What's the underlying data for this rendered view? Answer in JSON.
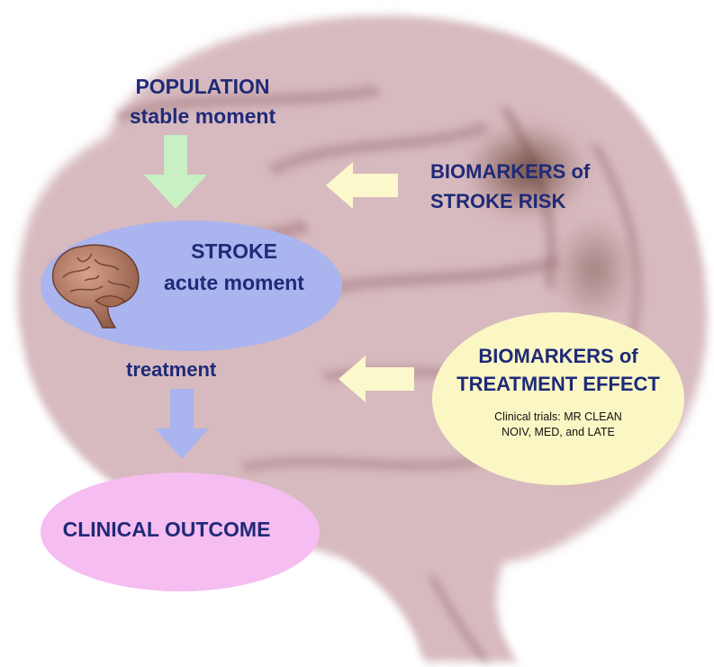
{
  "population": {
    "line1": "POPULATION",
    "line2": "stable moment"
  },
  "stroke": {
    "line1": "STROKE",
    "line2": "acute moment"
  },
  "treatment": "treatment",
  "outcome": "CLINICAL OUTCOME",
  "biomarkers_risk": {
    "line1": "BIOMARKERS of",
    "line2": "STROKE RISK"
  },
  "biomarkers_treatment": {
    "line1": "BIOMARKERS of",
    "line2": "TREATMENT EFFECT",
    "note_line1": "Clinical trials: MR CLEAN",
    "note_line2": "NOIV, MED, and LATE"
  },
  "icons": [
    "brain-background-image",
    "brain-icon"
  ],
  "colors": {
    "text": "#1f2a78",
    "stroke_ellipse": "#aab4ee",
    "outcome_ellipse": "#f6bdf1",
    "treatment_ellipse": "#fbf7c4",
    "green_arrow": "#c8f0c4",
    "blue_arrow": "#aab4ee",
    "yellow_arrow": "#fbf8cc",
    "brain_tint": "#b98a92"
  }
}
